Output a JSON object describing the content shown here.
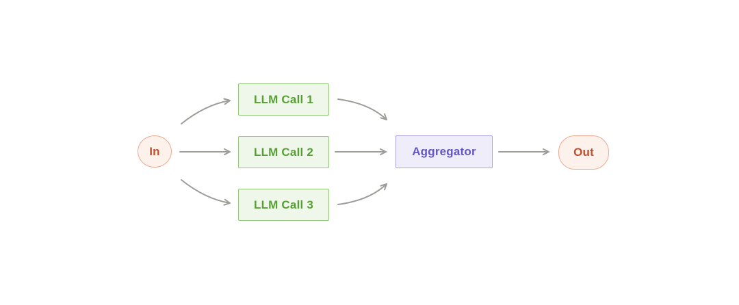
{
  "diagram": {
    "name": "parallelization-workflow",
    "background": "#ffffff",
    "nodes": {
      "input": {
        "label": "In",
        "shape": "circle",
        "fill": "#fdf1ec",
        "border_color": "#edaa90",
        "text_color": "#c14f2e"
      },
      "llm_call_1": {
        "label": "LLM Call 1",
        "shape": "rectangle",
        "fill": "#eff6ea",
        "border_color": "#94c779",
        "text_color": "#579f35"
      },
      "llm_call_2": {
        "label": "LLM Call 2",
        "shape": "rectangle",
        "fill": "#eff6ea",
        "border_color": "#94c779",
        "text_color": "#579f35"
      },
      "llm_call_3": {
        "label": "LLM Call 3",
        "shape": "rectangle",
        "fill": "#eff6ea",
        "border_color": "#94c779",
        "text_color": "#579f35"
      },
      "aggregator": {
        "label": "Aggregator",
        "shape": "rectangle",
        "fill": "#efedfa",
        "border_color": "#aba1e3",
        "text_color": "#6156c5"
      },
      "output": {
        "label": "Out",
        "shape": "pill",
        "fill": "#fdf1ec",
        "border_color": "#edaa90",
        "text_color": "#c14f2e"
      }
    },
    "edges": [
      {
        "from": "input",
        "to": "llm_call_1",
        "style": "curved",
        "arrowhead": "open"
      },
      {
        "from": "input",
        "to": "llm_call_2",
        "style": "straight",
        "arrowhead": "open"
      },
      {
        "from": "input",
        "to": "llm_call_3",
        "style": "curved",
        "arrowhead": "open"
      },
      {
        "from": "llm_call_1",
        "to": "aggregator",
        "style": "curved",
        "arrowhead": "open"
      },
      {
        "from": "llm_call_2",
        "to": "aggregator",
        "style": "straight",
        "arrowhead": "open"
      },
      {
        "from": "llm_call_3",
        "to": "aggregator",
        "style": "curved",
        "arrowhead": "open"
      },
      {
        "from": "aggregator",
        "to": "output",
        "style": "straight",
        "arrowhead": "open"
      }
    ],
    "arrow_color": "#9c9c98"
  }
}
